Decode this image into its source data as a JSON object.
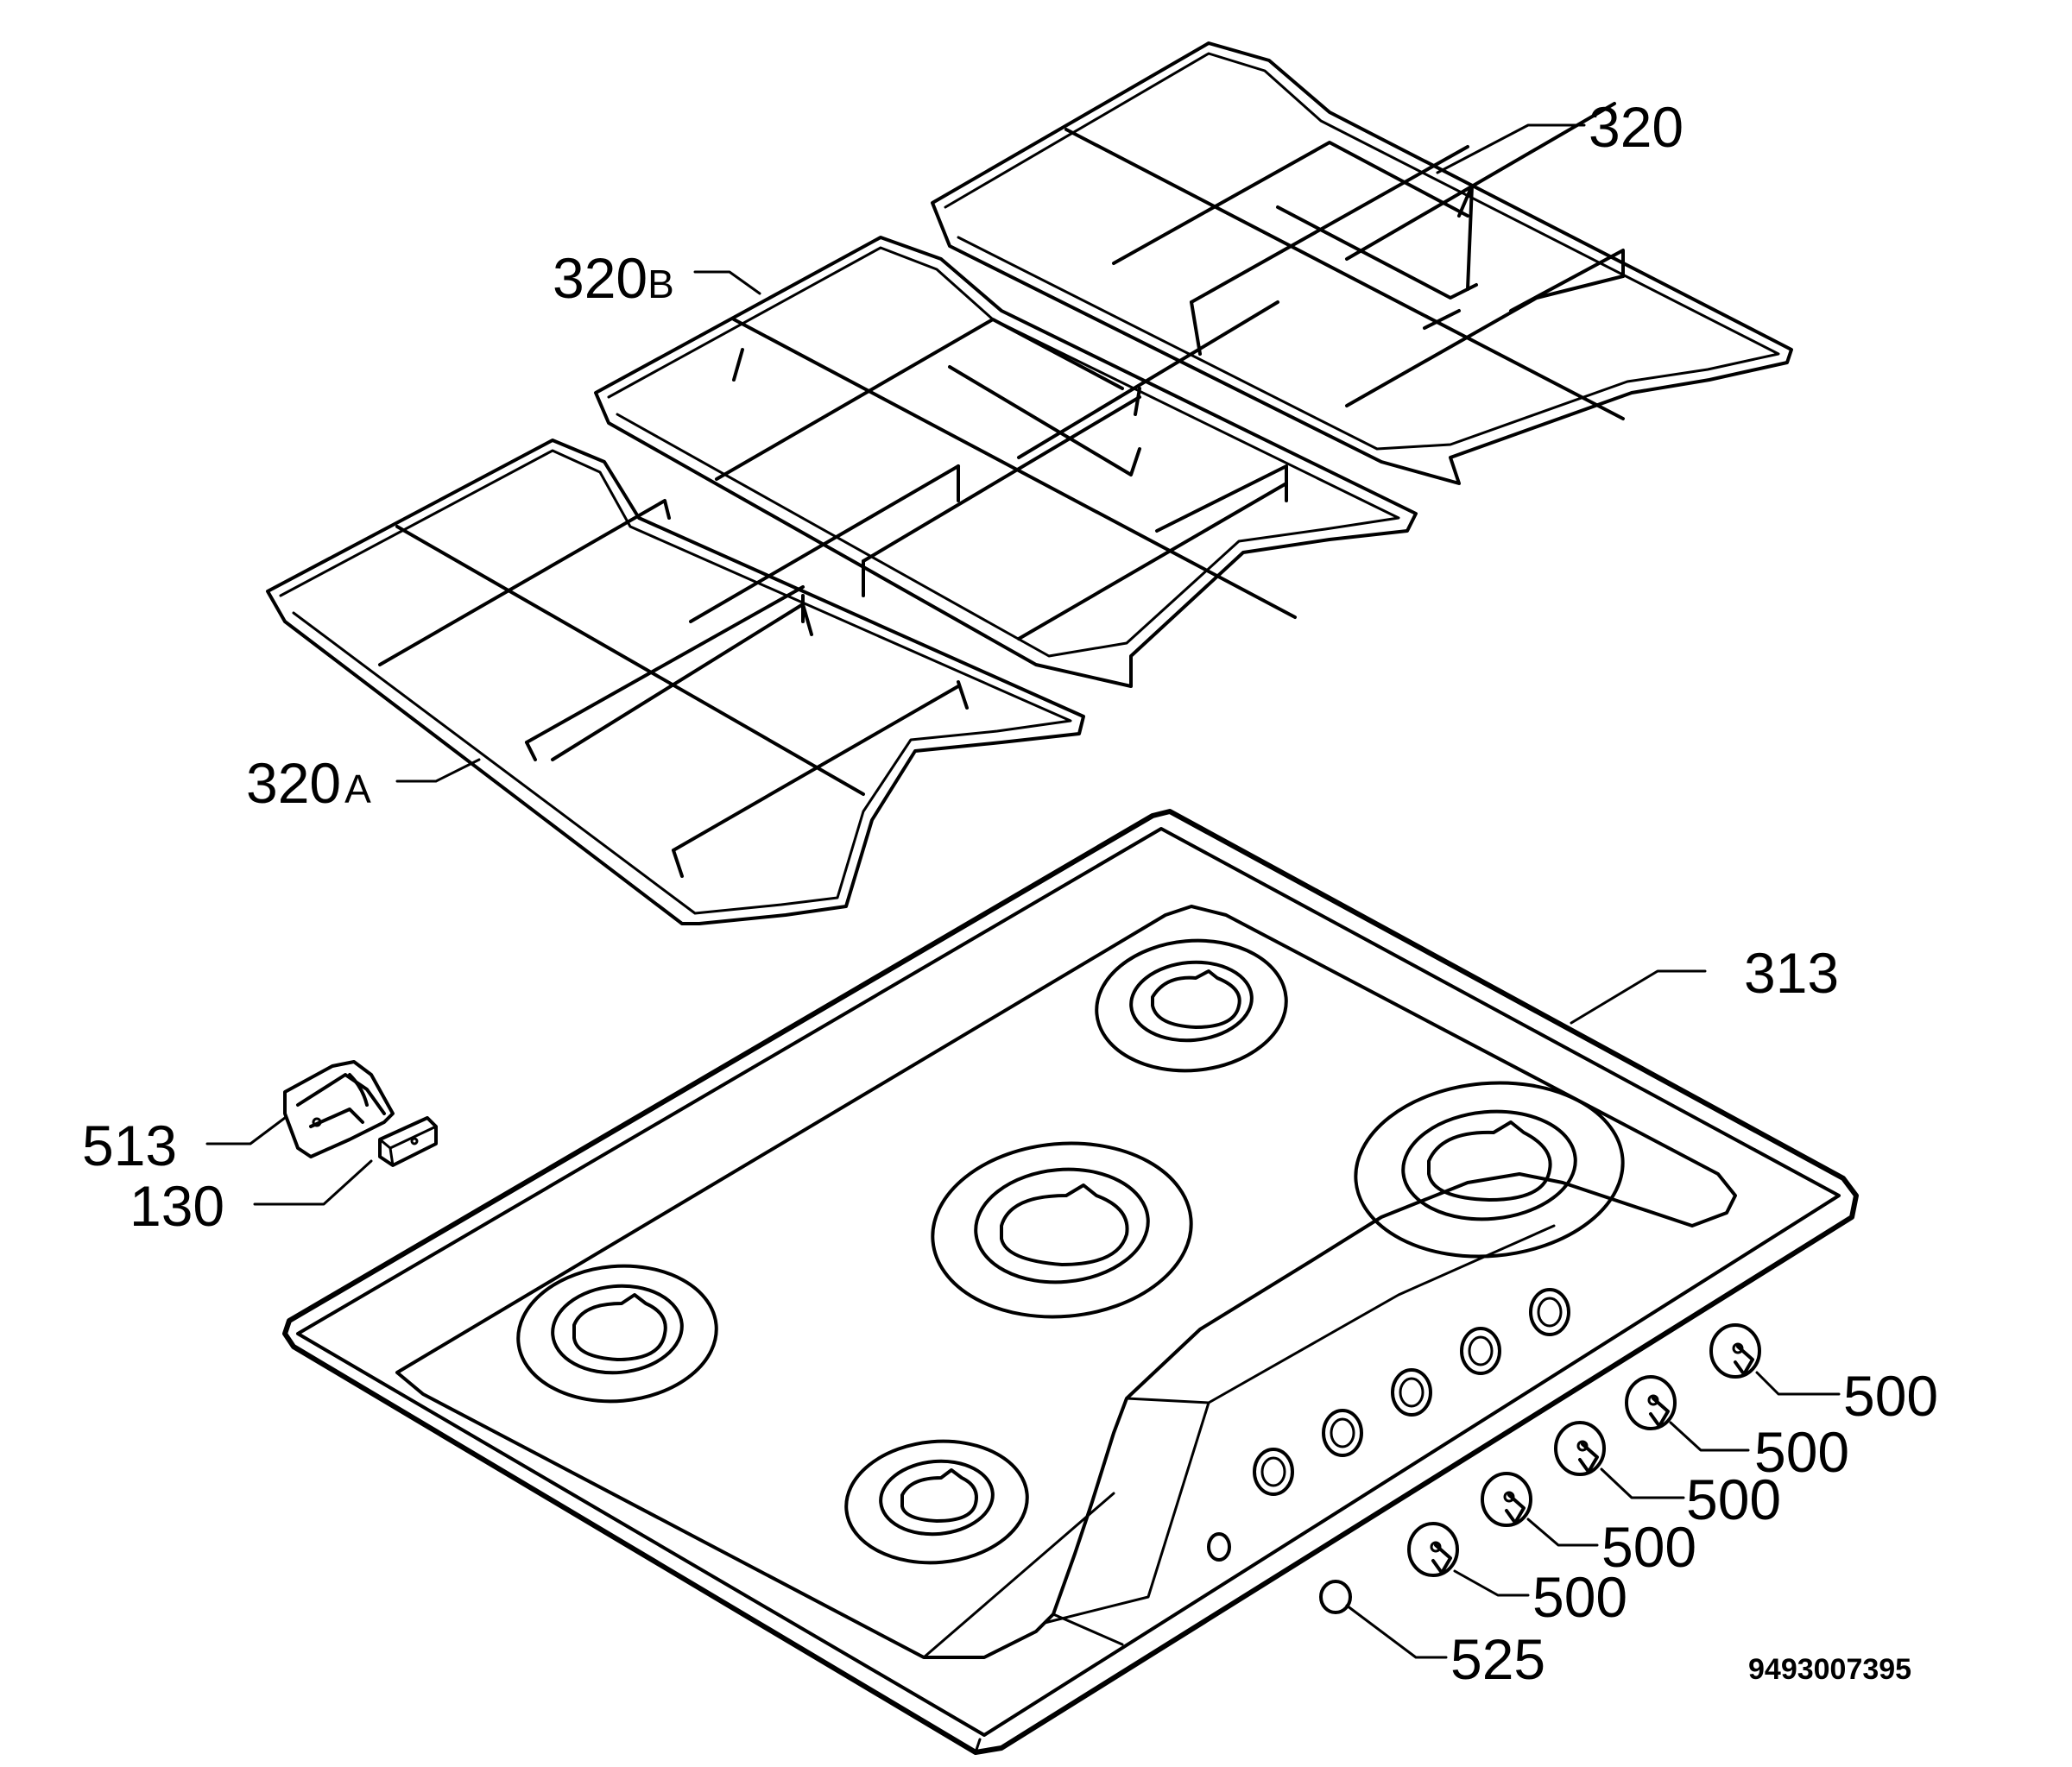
{
  "parts": {
    "grid_right": "320",
    "grid_middle_num": "320",
    "grid_middle_suffix": "B",
    "grid_left_num": "320",
    "grid_left_suffix": "A",
    "hob_top": "313",
    "clip": "513",
    "clip_part": "130",
    "knob_1": "500",
    "knob_2": "500",
    "knob_3": "500",
    "knob_4": "500",
    "knob_5": "500",
    "ignition_button": "525"
  },
  "drawing_number": "9493007395"
}
